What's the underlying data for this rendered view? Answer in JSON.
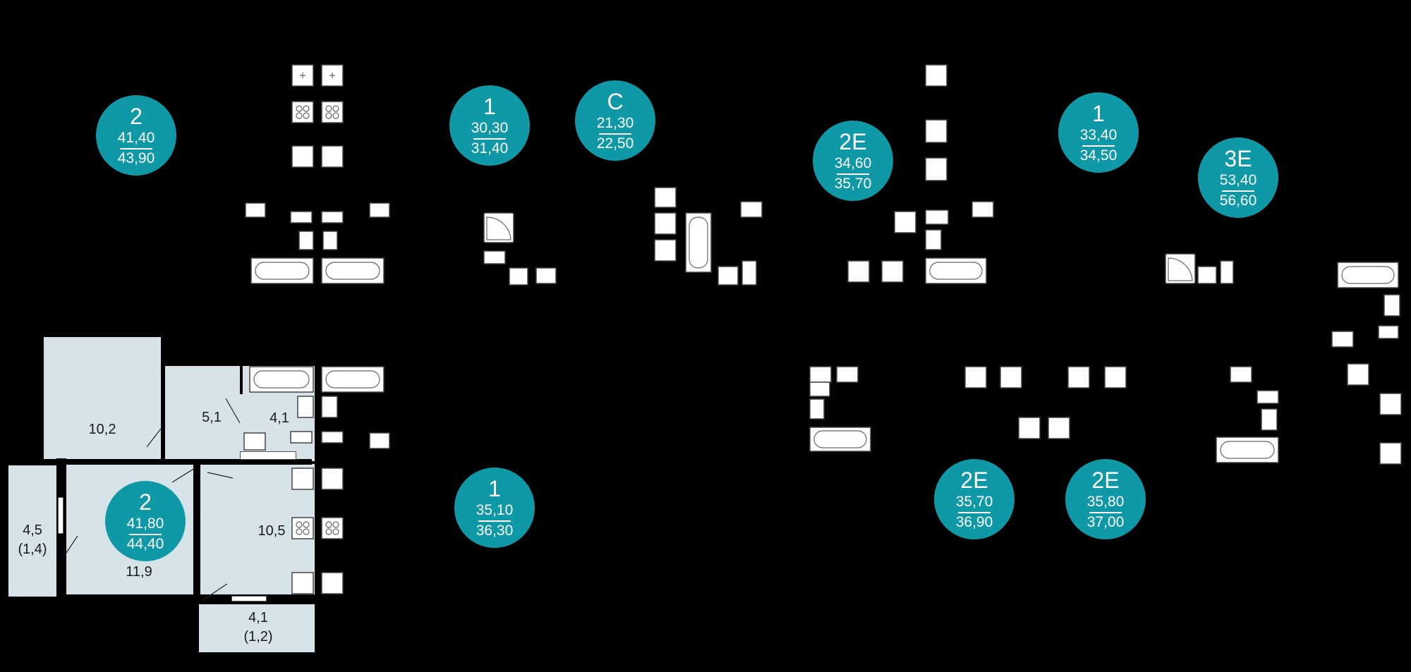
{
  "apartments": [
    {
      "id": "apt-1",
      "type": "2",
      "area_living": "41,40",
      "area_total": "43,90"
    },
    {
      "id": "apt-2",
      "type": "1",
      "area_living": "30,30",
      "area_total": "31,40"
    },
    {
      "id": "apt-3",
      "type": "С",
      "area_living": "21,30",
      "area_total": "22,50"
    },
    {
      "id": "apt-4",
      "type": "2Е",
      "area_living": "34,60",
      "area_total": "35,70"
    },
    {
      "id": "apt-5",
      "type": "1",
      "area_living": "33,40",
      "area_total": "34,50"
    },
    {
      "id": "apt-6",
      "type": "3Е",
      "area_living": "53,40",
      "area_total": "56,60"
    },
    {
      "id": "apt-7",
      "type": "2",
      "area_living": "41,80",
      "area_total": "44,40"
    },
    {
      "id": "apt-8",
      "type": "1",
      "area_living": "35,10",
      "area_total": "36,30"
    },
    {
      "id": "apt-9",
      "type": "2Е",
      "area_living": "35,70",
      "area_total": "36,90"
    },
    {
      "id": "apt-10",
      "type": "2Е",
      "area_living": "35,80",
      "area_total": "37,00"
    }
  ],
  "rooms": {
    "r1": "10,2",
    "r2": "5,1",
    "r3": "4,1",
    "r4": "4,5",
    "r4_sub": "(1,4)",
    "r5": "11,9",
    "r6": "10,5",
    "r7": "4,1",
    "r7_sub": "(1,2)"
  },
  "colors": {
    "badge": "#0f98a6",
    "room_fill": "#d6e4ea",
    "background": "#000000"
  }
}
